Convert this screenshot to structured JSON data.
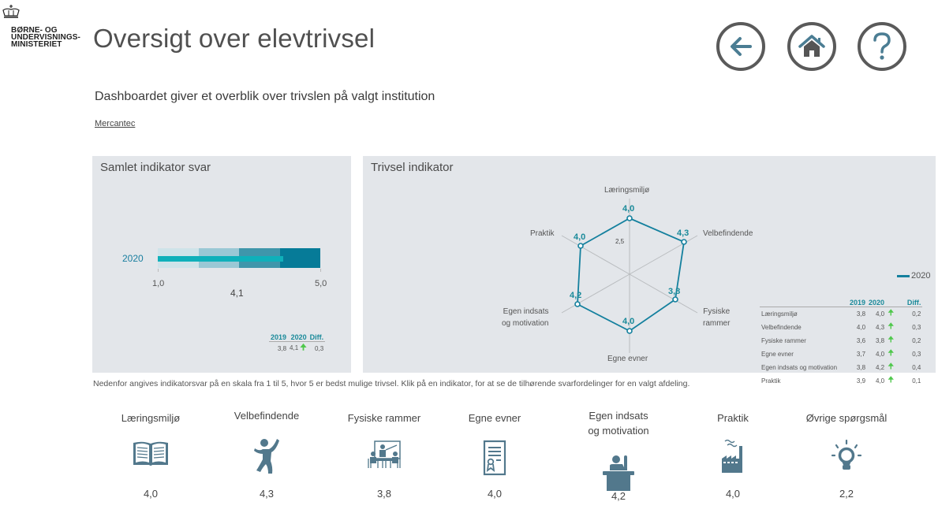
{
  "header": {
    "ministry_lines": [
      "BØRNE- OG",
      "UNDERVISNINGS-",
      "MINISTERIET"
    ],
    "title": "Oversigt over elevtrivsel",
    "nav": {
      "back_icon": "arrow-left-icon",
      "home_icon": "home-icon",
      "help_icon": "question-icon"
    }
  },
  "intro": {
    "subtitle": "Dashboardet giver et overblik over trivslen på valgt institution",
    "institution": "Mercantec"
  },
  "summary_panel": {
    "title": "Samlet indikator svar",
    "year_label": "2020",
    "axis_min": "1,0",
    "axis_max": "5,0",
    "value_label": "4,1",
    "table": {
      "headers": [
        "2019",
        "2020",
        "Diff."
      ],
      "row": {
        "y2019": "3,8",
        "y2020": "4,1",
        "trend": "up",
        "diff": "0,3"
      }
    }
  },
  "radar_panel": {
    "title": "Trivsel indikator",
    "axis_tick": "2,5",
    "legend": "2020",
    "axes": [
      {
        "label": "Læringsmiljø",
        "value": "4,0"
      },
      {
        "label": "Velbefindende",
        "value": "4,3"
      },
      {
        "label_lines": [
          "Fysiske",
          "rammer"
        ],
        "value": "3,8"
      },
      {
        "label": "Egne evner",
        "value": "4,0"
      },
      {
        "label_lines": [
          "Egen indsats",
          "og motivation"
        ],
        "value": "4,2"
      },
      {
        "label": "Praktik",
        "value": "4,0"
      }
    ],
    "table": {
      "headers": [
        "2019",
        "2020",
        "Diff."
      ],
      "rows": [
        {
          "label": "Læringsmiljø",
          "y2019": "3,8",
          "y2020": "4,0",
          "diff": "0,2"
        },
        {
          "label": "Velbefindende",
          "y2019": "4,0",
          "y2020": "4,3",
          "diff": "0,3"
        },
        {
          "label": "Fysiske rammer",
          "y2019": "3,6",
          "y2020": "3,8",
          "diff": "0,2"
        },
        {
          "label": "Egne evner",
          "y2019": "3,7",
          "y2020": "4,0",
          "diff": "0,3"
        },
        {
          "label": "Egen indsats og motivation",
          "y2019": "3,8",
          "y2020": "4,2",
          "diff": "0,4"
        },
        {
          "label": "Praktik",
          "y2019": "3,9",
          "y2020": "4,0",
          "diff": "0,1"
        }
      ]
    }
  },
  "note": "Nedenfor angives indikatorsvar på en skala fra 1 til 5, hvor 5 er bedst mulige trivsel. Klik på en indikator, for at se de tilhørende svarfordelinger for en valgt afdeling.",
  "indicators": [
    {
      "label": "Læringsmiljø",
      "icon": "book-icon",
      "value": "4,0"
    },
    {
      "label": "Velbefindende",
      "icon": "jumping-person-icon",
      "value": "4,3"
    },
    {
      "label": "Fysiske rammer",
      "icon": "classroom-icon",
      "value": "3,8"
    },
    {
      "label": "Egne evner",
      "icon": "certificate-icon",
      "value": "4,0"
    },
    {
      "label_lines": [
        "Egen indsats",
        "og motivation"
      ],
      "icon": "student-raising-hand-icon",
      "value": "4,2"
    },
    {
      "label": "Praktik",
      "icon": "factory-icon",
      "value": "4,0"
    },
    {
      "label": "Øvrige spørgsmål",
      "icon": "lightbulb-icon",
      "value": "2,2"
    }
  ],
  "colors": {
    "accent": "#14809e",
    "panel_bg": "#e3e6ea",
    "icon": "#52788c",
    "band_1": "#cfe3e9",
    "band_2": "#9ac8d5",
    "band_3": "#3f96ab",
    "band_4": "#067b98",
    "bar": "#0fb0ba",
    "up_arrow": "#4fc84c"
  },
  "chart_data": [
    {
      "type": "bar",
      "title": "Samlet indikator svar",
      "categories": [
        "2020"
      ],
      "values": [
        4.1
      ],
      "xlim": [
        1.0,
        5.0
      ],
      "bands": [
        1.0,
        2.0,
        3.0,
        4.0,
        5.0
      ],
      "comparison": {
        "2019": 3.8,
        "2020": 4.1,
        "diff": 0.3
      }
    },
    {
      "type": "radar",
      "title": "Trivsel indikator",
      "categories": [
        "Læringsmiljø",
        "Velbefindende",
        "Fysiske rammer",
        "Egne evner",
        "Egen indsats og motivation",
        "Praktik"
      ],
      "series": [
        {
          "name": "2020",
          "values": [
            4.0,
            4.3,
            3.8,
            4.0,
            4.2,
            4.0
          ]
        },
        {
          "name": "2019",
          "values": [
            3.8,
            4.0,
            3.6,
            3.7,
            3.8,
            3.9
          ]
        }
      ],
      "axis_tick": 2.5,
      "legend_position": "right"
    }
  ]
}
